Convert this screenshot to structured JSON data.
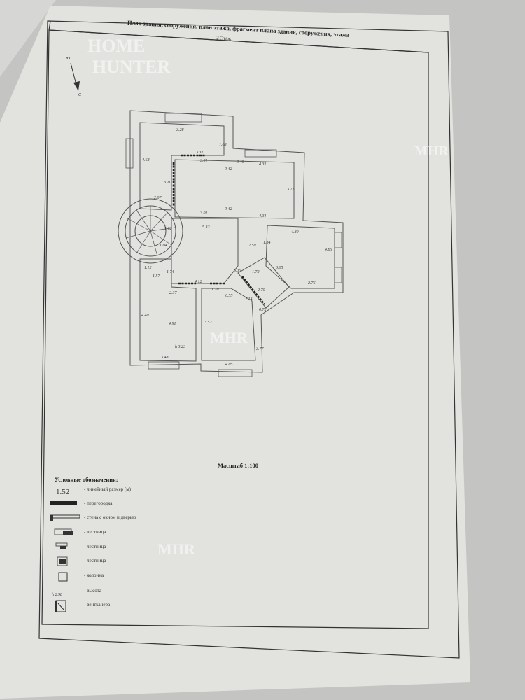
{
  "document": {
    "title": "План здания, сооружения, план этажа, фрагмент плана здания, сооружения, этажа",
    "floor": "2 Этаж",
    "scale": "Масштаб 1:100",
    "compass": {
      "top": "Ю",
      "bottom": "С"
    }
  },
  "watermarks": {
    "main": "MHR",
    "corner_1": "HOME",
    "corner_2": "HUNTER"
  },
  "plan": {
    "dimensions": [
      "3.28",
      "1.68",
      "4.68",
      "3.31",
      "3.01",
      "0.42",
      "0.40",
      "4.31",
      "3.73",
      "3.11",
      "2.07",
      "3.01",
      "0.42",
      "4.31",
      "5.32",
      "4.80",
      "1.62",
      "1.04",
      "2.50",
      "1.84",
      "4.65",
      "1.12",
      "1.57",
      "1.74",
      "4.12",
      "2.37",
      "1.70",
      "0.55",
      "3.35",
      "1.72",
      "3.05",
      "2.76",
      "2.70",
      "2.14",
      "0.72",
      "4.40",
      "4.91",
      "3.52",
      "3.77",
      "h 3.23",
      "3.48",
      "4.05"
    ]
  },
  "legend": {
    "title": "Условные обозначения:",
    "items": [
      {
        "symbol": "1.52",
        "label": "- линейный размер (м)"
      },
      {
        "symbol": "partition-icon",
        "label": "- перегородка"
      },
      {
        "symbol": "wall-window-door-icon",
        "label": "- стена с окном и дверью"
      },
      {
        "symbol": "stairs-icon",
        "label": "- лестница"
      },
      {
        "symbol": "stairs-icon",
        "label": "- лестница"
      },
      {
        "symbol": "stairs-icon",
        "label": "- лестница"
      },
      {
        "symbol": "column-icon",
        "label": "- колонна"
      },
      {
        "symbol": "h 2.98",
        "label": "- высота"
      },
      {
        "symbol": "vent-chamber-icon",
        "label": "- вентканера"
      }
    ]
  },
  "colors": {
    "background": "#c4c4c2",
    "paper": "#e2e2df",
    "ink": "#333333"
  }
}
